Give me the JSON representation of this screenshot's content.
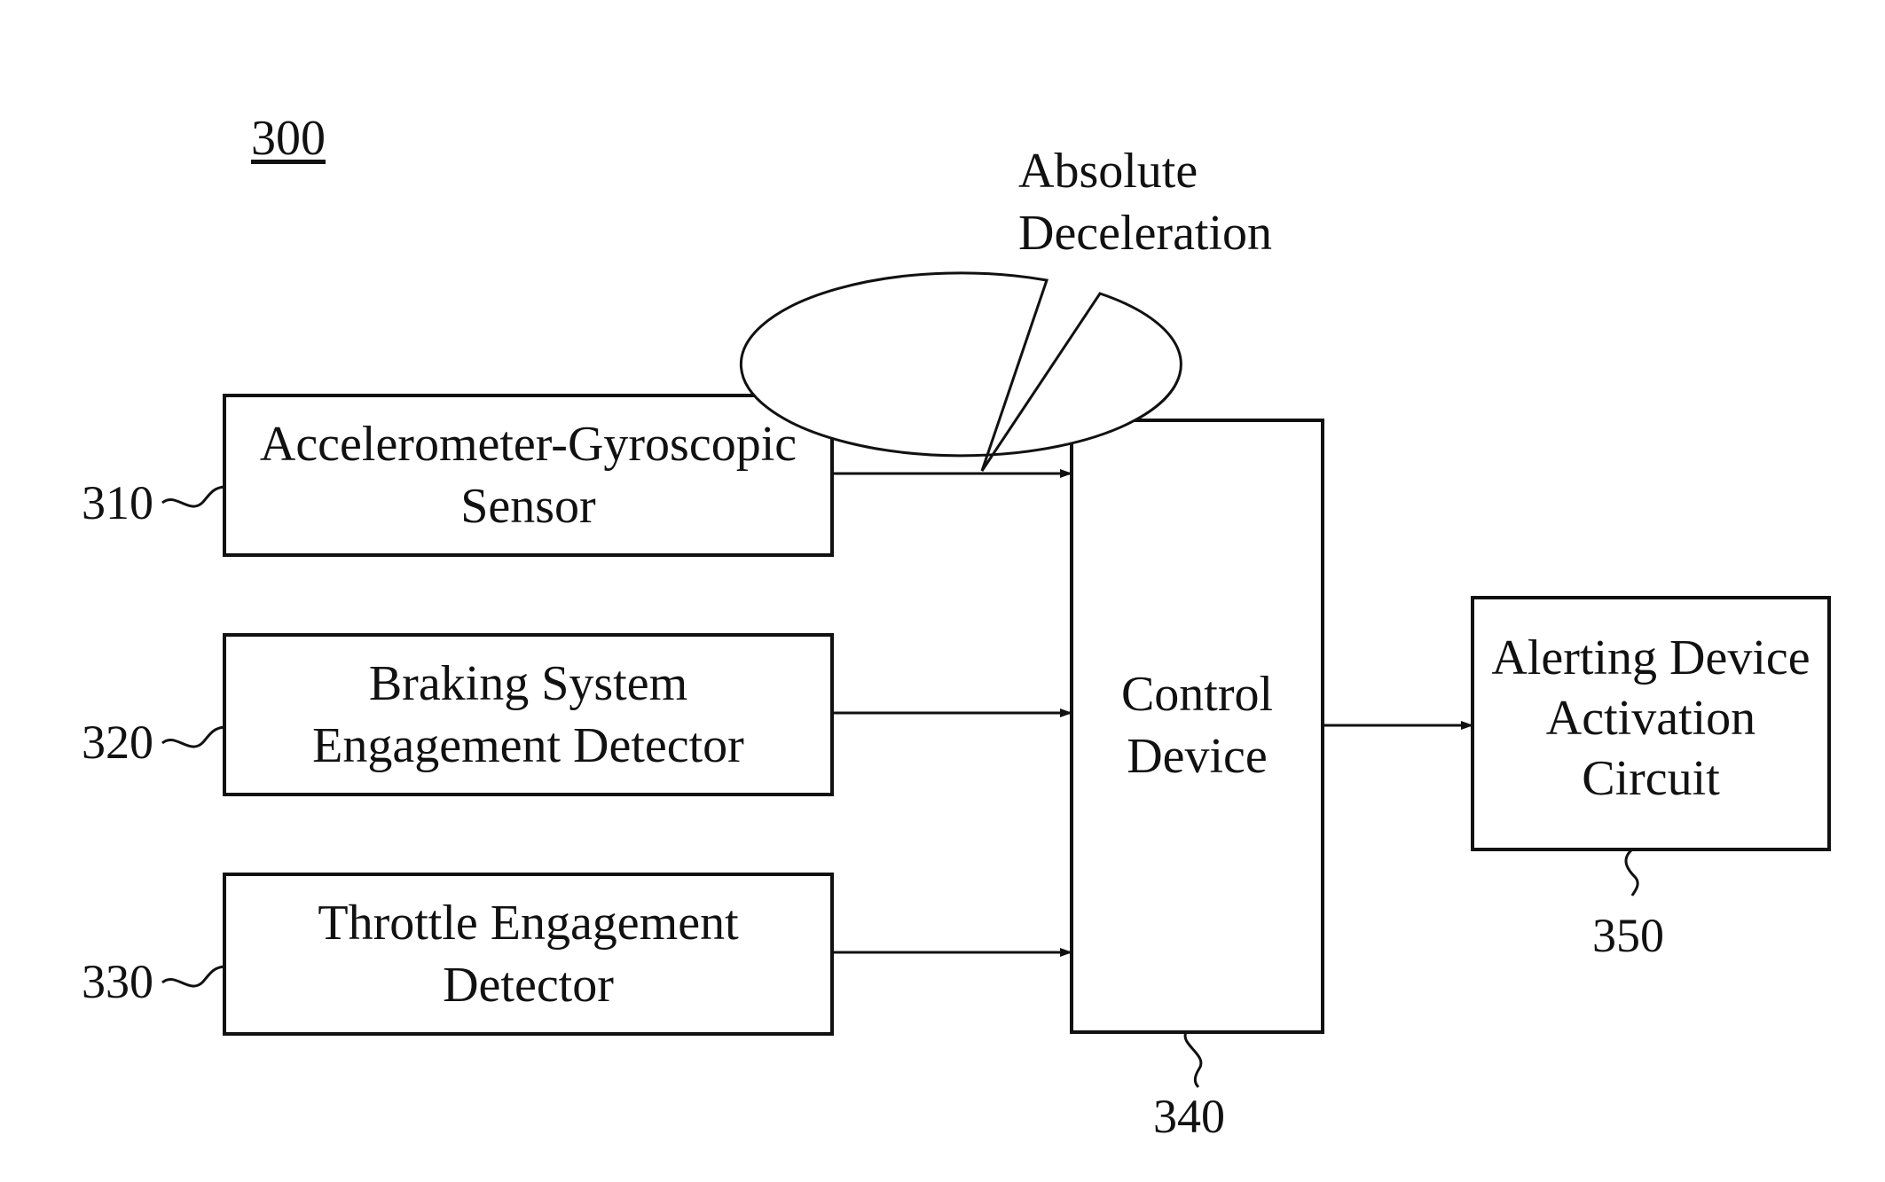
{
  "figure": {
    "number": "300"
  },
  "bubble": {
    "line1": "Absolute",
    "line2": "Deceleration"
  },
  "blocks": {
    "sensor": {
      "ref": "310",
      "line1": "Accelerometer-Gyroscopic",
      "line2": "Sensor"
    },
    "braking": {
      "ref": "320",
      "line1": "Braking System",
      "line2": "Engagement Detector"
    },
    "throttle": {
      "ref": "330",
      "line1": "Throttle Engagement",
      "line2": "Detector"
    },
    "control": {
      "ref": "340",
      "line1": "Control",
      "line2": "Device"
    },
    "alerting": {
      "ref": "350",
      "line1": "Alerting Device",
      "line2": "Activation",
      "line3": "Circuit"
    }
  },
  "colors": {
    "ink": "#111111",
    "background": "#ffffff"
  }
}
